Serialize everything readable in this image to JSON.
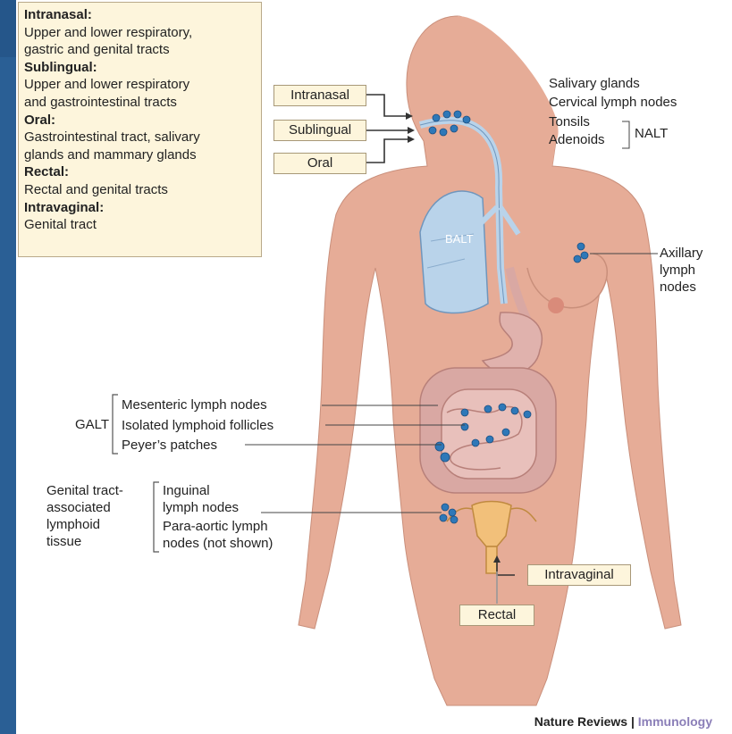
{
  "legend": [
    {
      "route": "Intranasal:",
      "sites": "Upper and lower respiratory,\ngastric and genital tracts"
    },
    {
      "route": "Sublingual:",
      "sites": "Upper and lower respiratory\nand gastrointestinal tracts"
    },
    {
      "route": "Oral:",
      "sites": "Gastrointestinal tract, salivary\nglands and mammary glands"
    },
    {
      "route": "Rectal:",
      "sites": "Rectal and genital tracts"
    },
    {
      "route": "Intravaginal:",
      "sites": "Genital tract"
    }
  ],
  "routes": {
    "intranasal": "Intranasal",
    "sublingual": "Sublingual",
    "oral": "Oral",
    "intravaginal": "Intravaginal",
    "rectal": "Rectal"
  },
  "head_labels": {
    "salivary": "Salivary glands",
    "cervical": "Cervical lymph nodes",
    "tonsils": "Tonsils",
    "adenoids": "Adenoids",
    "nalt": "NALT"
  },
  "balt": "BALT",
  "axillary": "Axillary\nlymph\nnodes",
  "galt": {
    "group": "GALT",
    "mesenteric": "Mesenteric lymph nodes",
    "follicles": "Isolated lymphoid follicles",
    "peyers": "Peyer’s patches"
  },
  "genital": {
    "group": "Genital tract-\nassociated\nlymphoid\ntissue",
    "inguinal": "Inguinal\nlymph nodes",
    "paraaortic": "Para-aortic lymph\nnodes (not shown)"
  },
  "footer": {
    "journal": "Nature Reviews",
    "separator": " | ",
    "section": "Immunology"
  },
  "colors": {
    "skin": "#e6ac97",
    "node": "#2e78b8",
    "lung": "#b9d3ea",
    "gut": "#d9a8a3",
    "box": "#fdf5dc"
  }
}
